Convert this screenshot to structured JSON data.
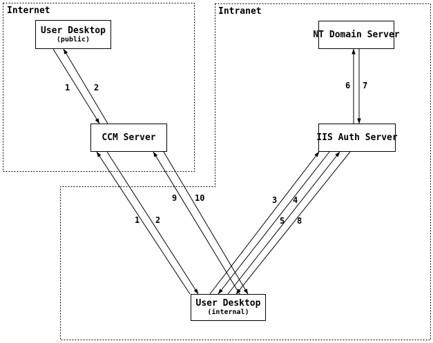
{
  "diagram": {
    "colors": {
      "line": "#000000",
      "background": "#ffffff"
    },
    "regions": [
      {
        "id": "internet",
        "label": "Internet"
      },
      {
        "id": "intranet",
        "label": "Intranet"
      }
    ],
    "nodes": [
      {
        "id": "ud-public",
        "title": "User Desktop",
        "subtitle": "(public)",
        "region": "internet"
      },
      {
        "id": "nt-domain",
        "title": "NT Domain Server",
        "region": "intranet"
      },
      {
        "id": "ccm",
        "title": "CCM Server",
        "region": "internet"
      },
      {
        "id": "iis",
        "title": "IIS Auth Server",
        "region": "intranet"
      },
      {
        "id": "ud-internal",
        "title": "User Desktop",
        "subtitle": "(internal)",
        "region": "intranet"
      }
    ],
    "edges": [
      {
        "label": "1",
        "from": "ud-public",
        "to": "ccm"
      },
      {
        "label": "2",
        "from": "ccm",
        "to": "ud-public"
      },
      {
        "label": "1",
        "from": "ud-internal",
        "to": "ccm"
      },
      {
        "label": "2",
        "from": "ccm",
        "to": "ud-internal"
      },
      {
        "label": "9",
        "from": "ud-internal",
        "to": "ccm"
      },
      {
        "label": "10",
        "from": "ccm",
        "to": "ud-internal"
      },
      {
        "label": "3",
        "from": "ud-internal",
        "to": "iis"
      },
      {
        "label": "4",
        "from": "iis",
        "to": "ud-internal"
      },
      {
        "label": "5",
        "from": "ud-internal",
        "to": "iis"
      },
      {
        "label": "8",
        "from": "iis",
        "to": "ud-internal"
      },
      {
        "label": "6",
        "from": "iis",
        "to": "nt-domain"
      },
      {
        "label": "7",
        "from": "nt-domain",
        "to": "iis"
      }
    ]
  }
}
